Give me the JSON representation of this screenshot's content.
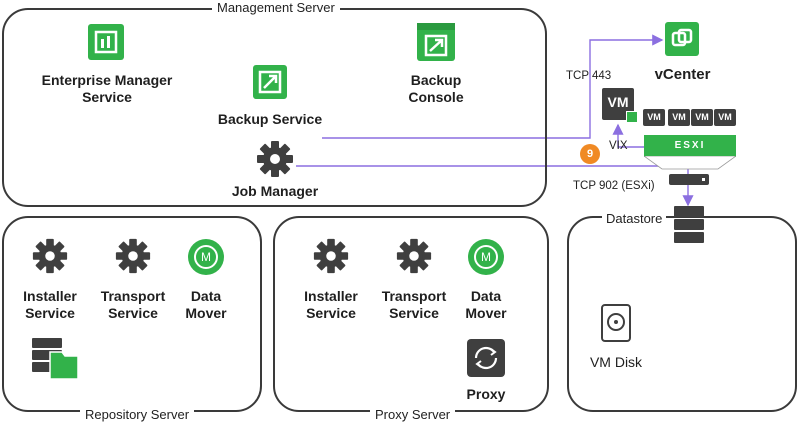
{
  "management_server": {
    "title": "Management Server",
    "enterprise_manager": [
      "Enterprise Manager",
      "Service"
    ],
    "backup_service": "Backup Service",
    "backup_console": [
      "Backup",
      "Console"
    ],
    "job_manager": "Job Manager"
  },
  "vcenter": {
    "label": "vCenter",
    "tcp443": "TCP 443"
  },
  "host": {
    "vm_big": "VM",
    "vm_chips": [
      "VM",
      "VM",
      "VM",
      "VM"
    ],
    "esxi": "ESXI",
    "vix": "VIX",
    "badge": "9",
    "tcp902": "TCP 902 (ESXi)"
  },
  "datastore": {
    "title": "Datastore",
    "vm_disk": "VM Disk"
  },
  "repository_server": {
    "title": "Repository Server",
    "installer": [
      "Installer",
      "Service"
    ],
    "transport": [
      "Transport",
      "Service"
    ],
    "data_mover": [
      "Data",
      "Mover"
    ]
  },
  "proxy_server": {
    "title": "Proxy Server",
    "installer": [
      "Installer",
      "Service"
    ],
    "transport": [
      "Transport",
      "Service"
    ],
    "data_mover": [
      "Data",
      "Mover"
    ],
    "proxy": "Proxy"
  },
  "icon_glyphs": {
    "data_mover": "M"
  },
  "colors": {
    "accent_green": "#32b24a",
    "line_purple": "#8b6fe0",
    "badge_orange": "#f08a24",
    "dark": "#3f3f3f"
  }
}
